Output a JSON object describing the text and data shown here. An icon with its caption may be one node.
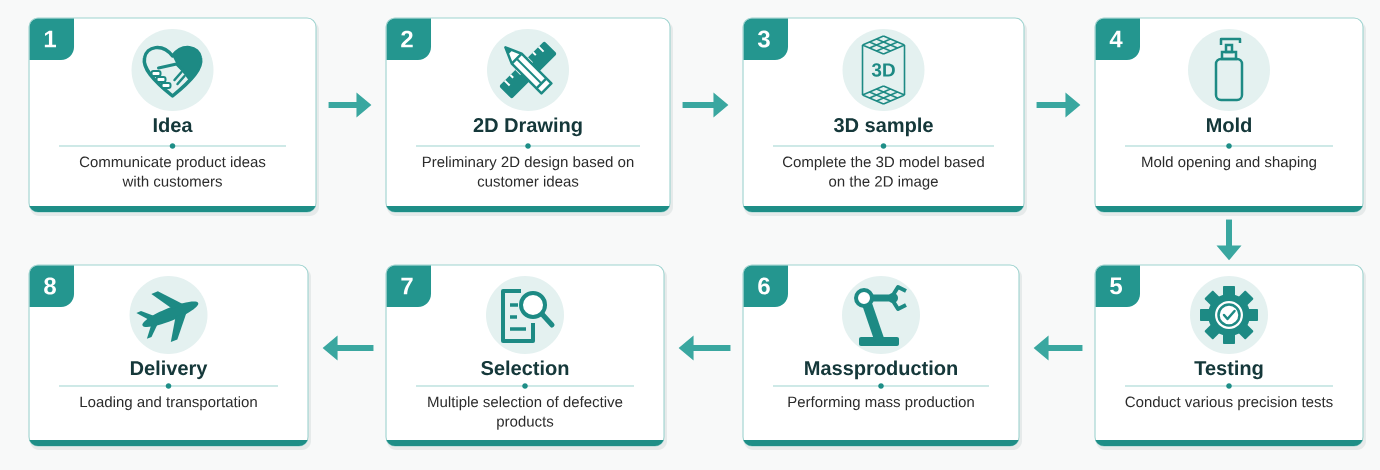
{
  "diagram": {
    "nodes": [
      {
        "text": [
          "Idea",
          "Communicate product ideas with customers"
        ]
      },
      {
        "text": [
          "1"
        ],
        "in": 0
      },
      {
        "text": [
          "2D Drawing",
          "Preliminary 2D design based on customer ideas"
        ]
      },
      {
        "text": [
          "2"
        ],
        "in": 2
      },
      {
        "text": [
          "3D sample",
          "Complete the 3D model based on the 2D image"
        ]
      },
      {
        "text": [
          "3"
        ],
        "in": 4
      },
      {
        "text": [
          "Mold",
          "Mold opening and shaping"
        ]
      },
      {
        "text": [
          "4"
        ],
        "in": 6
      },
      {
        "text": [
          "Testing",
          "Conduct various precision tests"
        ]
      },
      {
        "text": [
          "5"
        ],
        "in": 8
      },
      {
        "text": [
          "Massproduction",
          "Performing mass production"
        ]
      },
      {
        "text": [
          "6"
        ],
        "in": 10
      },
      {
        "text": [
          "Selection",
          "Multiple selection of defective products"
        ]
      },
      {
        "text": [
          "7"
        ],
        "in": 12
      },
      {
        "text": [
          "Delivery",
          "Loading and transportation"
        ]
      },
      {
        "text": [
          "8"
        ],
        "in": 14
      }
    ],
    "edges": [
      {
        "from": 0,
        "to": 2,
        "arrow": "to"
      },
      {
        "from": 2,
        "to": 4,
        "arrow": "to"
      },
      {
        "from": 4,
        "to": 6,
        "arrow": "to"
      },
      {
        "from": 6,
        "to": 8,
        "arrow": "to"
      },
      {
        "from": 8,
        "to": 10,
        "arrow": "to"
      },
      {
        "from": 10,
        "to": 12,
        "arrow": "to"
      },
      {
        "from": 12,
        "to": 14,
        "arrow": "to"
      }
    ],
    "labels": [
      "3D"
    ]
  }
}
